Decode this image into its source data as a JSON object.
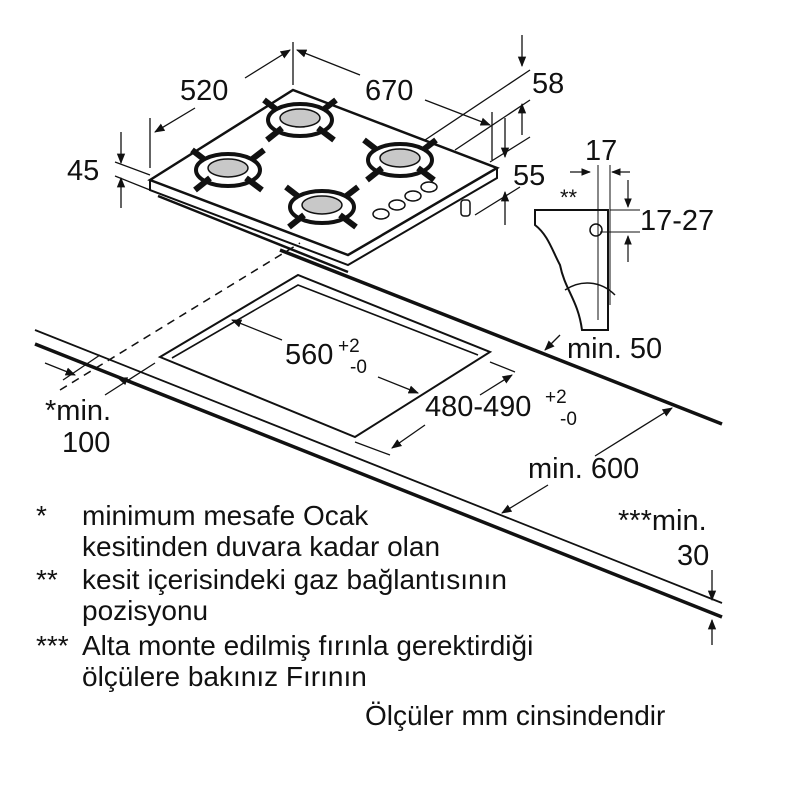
{
  "dimensions": {
    "width_520": "520",
    "depth_670": "670",
    "d58": "58",
    "d45": "45",
    "d55": "55",
    "d17": "17",
    "d17_27": "17-27",
    "gas_marker": "**",
    "cutout_560": "560",
    "cutout_560_tol_plus": "+2",
    "cutout_560_tol_minus": "-0",
    "cutout_480_490": "480-490",
    "cutout_480_tol_plus": "+2",
    "cutout_480_tol_minus": "-0",
    "min50": "min. 50",
    "min100_a": "*min.",
    "min100_b": "100",
    "min600": "min. 600",
    "min30_a": "***min.",
    "min30_b": "30"
  },
  "legend": [
    {
      "marker": "*",
      "lines": [
        "minimum mesafe Ocak",
        "kesitinden duvara kadar olan"
      ]
    },
    {
      "marker": "**",
      "lines": [
        "kesit içerisindeki gaz bağlantısının",
        "pozisyonu"
      ]
    },
    {
      "marker": "***",
      "lines": [
        "Alta monte edilmiş fırınla gerektirdiği",
        "ölçülere bakınız Fırının"
      ]
    }
  ],
  "units_note": "Ölçüler mm cinsindendir",
  "colors": {
    "ink": "#111111",
    "burner": "#c8c8c8"
  }
}
